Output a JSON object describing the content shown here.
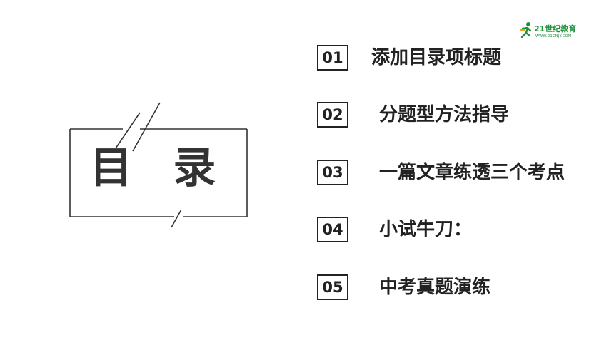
{
  "logo": {
    "brand": "21世纪教育",
    "sub": "WWW.21CNJY.COM",
    "color": "#1f8f3a"
  },
  "title": "目 录",
  "items": [
    {
      "number": "01",
      "label": "添加目录项标题"
    },
    {
      "number": "02",
      "label": "分题型方法指导"
    },
    {
      "number": "03",
      "label": "一篇文章练透三个考点"
    },
    {
      "number": "04",
      "label": "小试牛刀："
    },
    {
      "number": "05",
      "label": "中考真题演练"
    }
  ]
}
